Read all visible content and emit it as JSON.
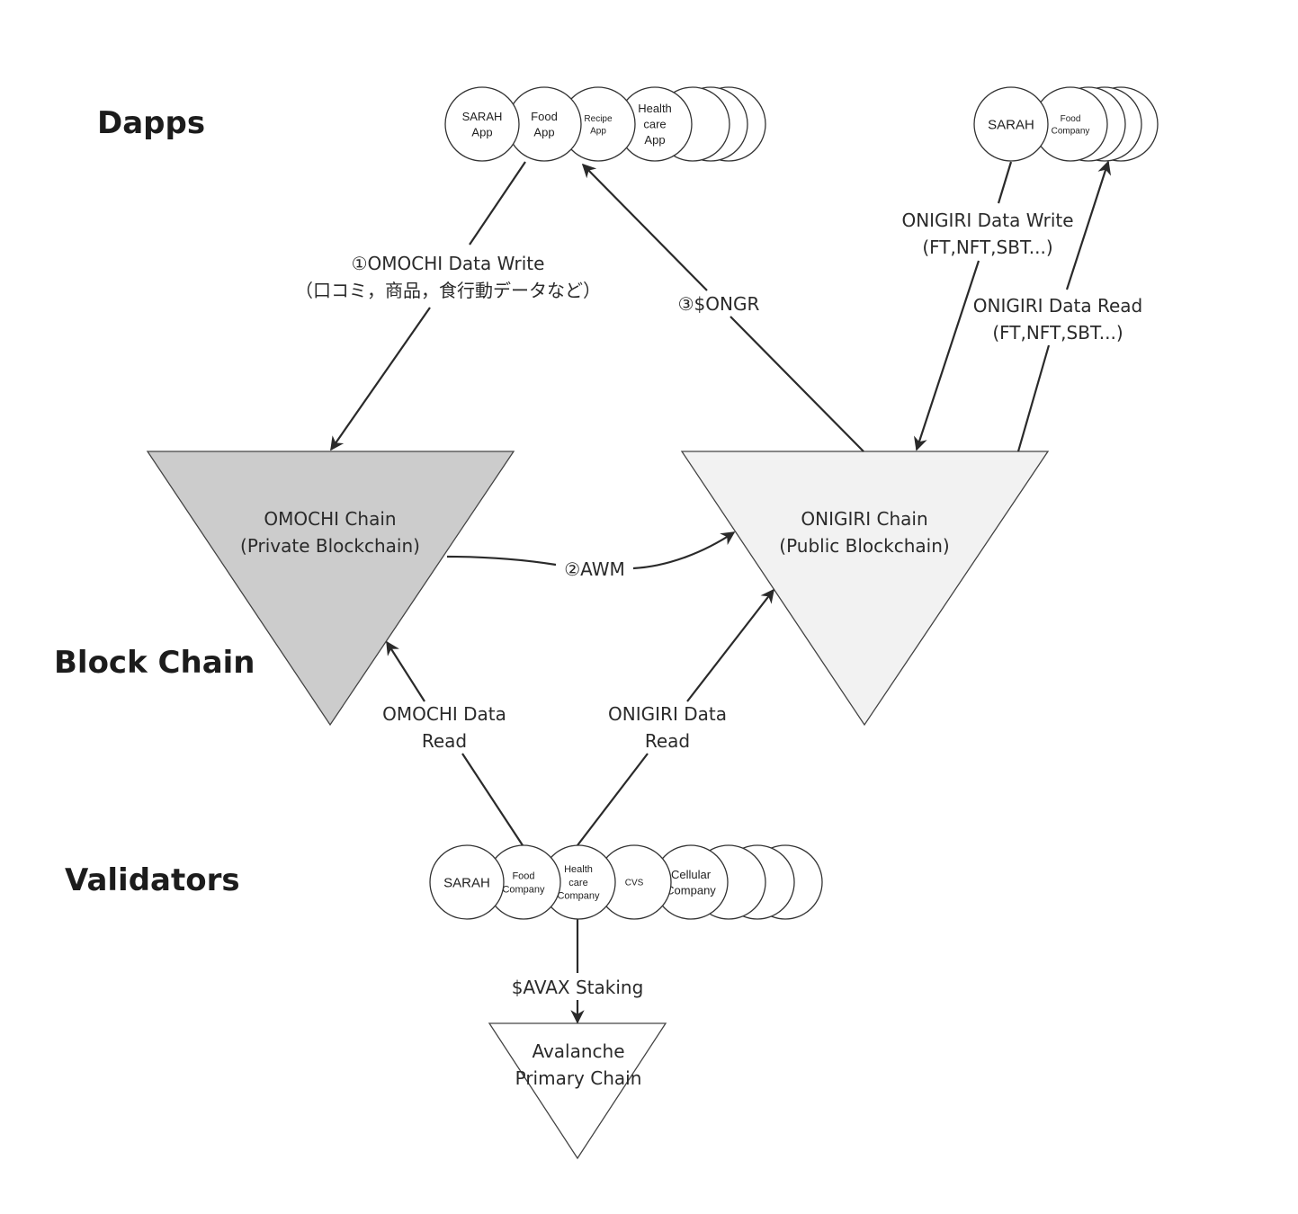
{
  "layers": {
    "dapps": "Dapps",
    "blockchain": "Block Chain",
    "validators": "Validators"
  },
  "dapps_left": [
    {
      "lines": [
        "SARAH",
        "App"
      ]
    },
    {
      "lines": [
        "Food",
        "App"
      ]
    },
    {
      "lines": [
        "Recipe",
        "App"
      ]
    },
    {
      "lines": [
        "Health",
        "care",
        "App"
      ]
    },
    {
      "lines": []
    },
    {
      "lines": []
    },
    {
      "lines": []
    }
  ],
  "dapps_right": [
    {
      "lines": [
        "SARAH"
      ]
    },
    {
      "lines": [
        "Food",
        "Company"
      ]
    },
    {
      "lines": []
    },
    {
      "lines": []
    },
    {
      "lines": []
    }
  ],
  "validators": [
    {
      "lines": [
        "SARAH"
      ]
    },
    {
      "lines": [
        "Food",
        "Company"
      ]
    },
    {
      "lines": [
        "Health",
        "care",
        "Company"
      ]
    },
    {
      "lines": [
        "CVS"
      ]
    },
    {
      "lines": [
        "Cellular",
        "Company"
      ]
    },
    {
      "lines": []
    },
    {
      "lines": []
    },
    {
      "lines": []
    }
  ],
  "chains": {
    "omochi": {
      "title": "OMOCHI Chain",
      "subtitle": "(Private Blockchain)",
      "fill": "#cccccc"
    },
    "onigiri": {
      "title": "ONIGIRI Chain",
      "subtitle": "(Public Blockchain)",
      "fill": "#f2f2f2"
    },
    "avalanche": {
      "title": "Avalanche",
      "subtitle": "Primary Chain",
      "fill": "#ffffff"
    }
  },
  "edges": {
    "omochi_write": {
      "line1": "①OMOCHI Data Write",
      "line2": "（口コミ，商品，食行動データなど）"
    },
    "ongr": {
      "line1": "③$ONGR"
    },
    "awm": {
      "line1": "②AWM"
    },
    "onigiri_write": {
      "line1": "ONIGIRI Data Write",
      "line2": "(FT,NFT,SBT...)"
    },
    "onigiri_read_top": {
      "line1": "ONIGIRI Data Read",
      "line2": "(FT,NFT,SBT...)"
    },
    "omochi_read": {
      "line1": "OMOCHI Data",
      "line2": "Read"
    },
    "onigiri_read": {
      "line1": "ONIGIRI Data",
      "line2": "Read"
    },
    "avax_staking": {
      "line1": "$AVAX Staking"
    }
  }
}
